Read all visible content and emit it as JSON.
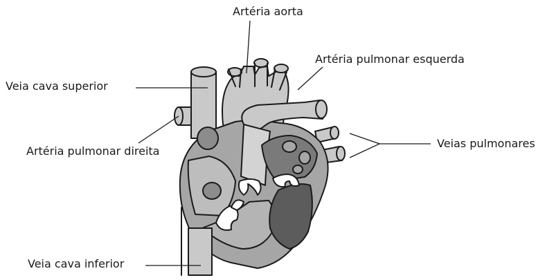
{
  "labels": {
    "aorta": "Artéria aorta",
    "pulmonary_left": "Artéria pulmonar esquerda",
    "vena_cava_superior": "Veia cava superior",
    "pulmonary_right": "Artéria pulmonar direita",
    "pulmonary_veins": "Veias pulmonares",
    "vena_cava_inferior": "Veia cava inferior"
  },
  "colors": {
    "outline": "#1a1a1a",
    "vessel_gray": "#c9c9c9",
    "chamber_mid": "#a6a6a6",
    "chamber_dark": "#7a7a7a",
    "chamber_darkest": "#5c5c5c",
    "valve": "#ffffff"
  }
}
